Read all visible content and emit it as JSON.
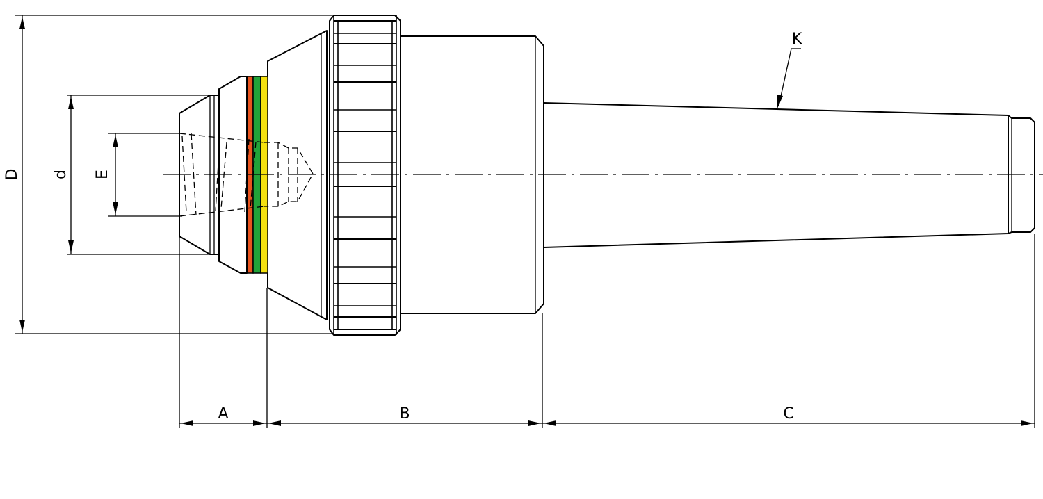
{
  "labels": {
    "D": "D",
    "d": "d",
    "E": "E",
    "A": "A",
    "B": "B",
    "C": "C",
    "K": "K"
  },
  "colors": {
    "knurl_ring": "#00a3dc",
    "ring_orange": "#e8541e",
    "ring_green": "#22a339",
    "ring_yellow": "#f5e10f",
    "line": "#000000"
  }
}
